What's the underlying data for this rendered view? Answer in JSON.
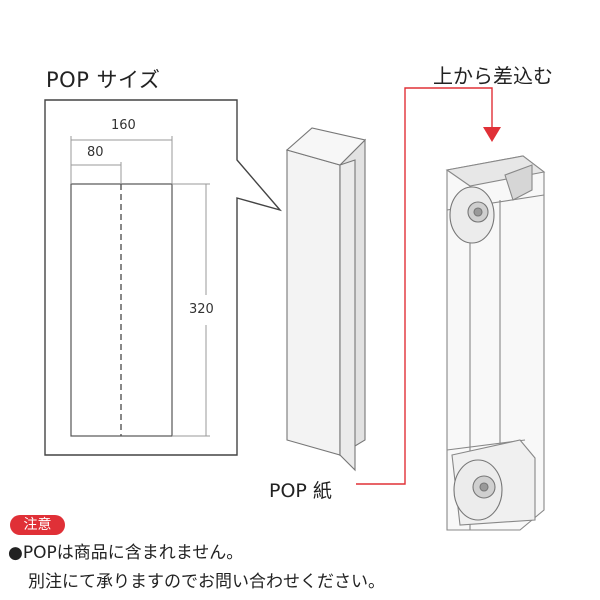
{
  "pop_size": {
    "title": "POP サイズ",
    "width_total": "160",
    "width_half": "80",
    "height": "320"
  },
  "pop_paper_label": "POP 紙",
  "insert_label": "上から差込む",
  "notice": {
    "badge": "注意",
    "line1": "●POPは商品に含まれません。",
    "line2": "別注にて承りますのでお問い合わせください。"
  },
  "colors": {
    "accent_red": "#e03037",
    "line_gray": "#555555",
    "light_gray": "#9a9a9a"
  }
}
